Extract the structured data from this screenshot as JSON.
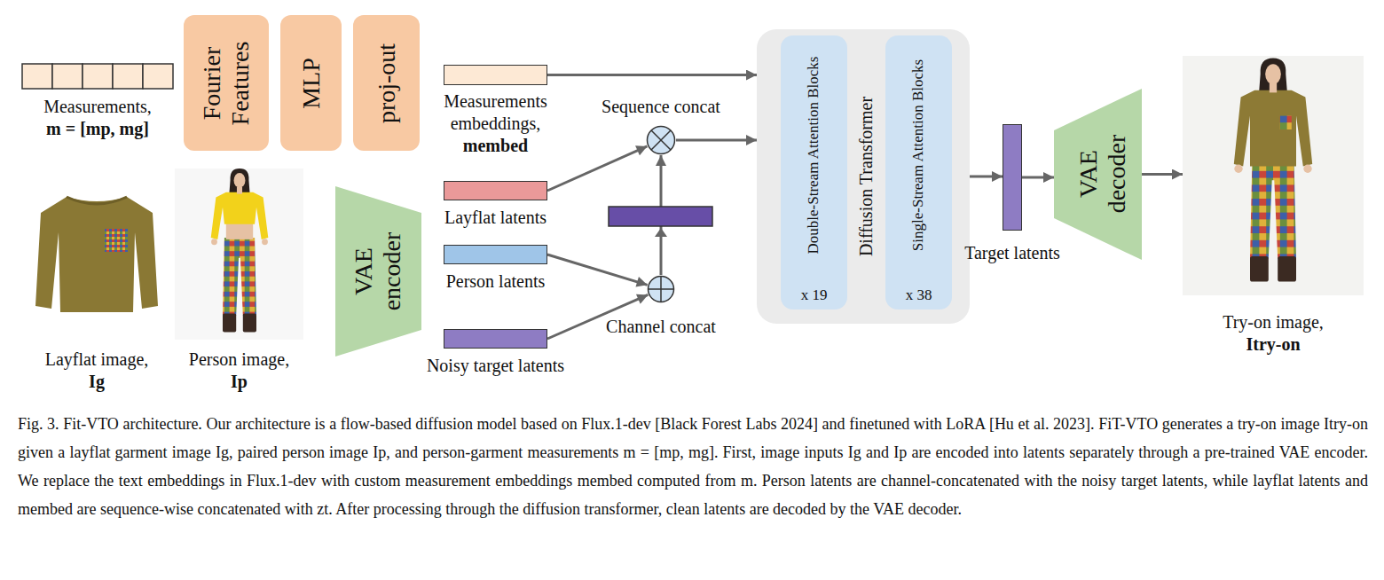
{
  "diagram": {
    "caption": "Fig. 3. Fit-VTO architecture. Our architecture is a flow-based diffusion model based on Flux.1-dev [Black Forest Labs 2024] and finetuned with LoRA [Hu et al. 2023]. FiT-VTO generates a try-on image Itry-on given a layflat garment image Ig, paired person image Ip, and person-garment measurements m = [mp, mg]. First, image inputs Ig and Ip are encoded into latents separately through a pre-trained VAE encoder. We replace the text embeddings in Flux.1-dev with custom measurement embeddings membed computed from m. Person latents are channel-concatenated with the noisy target latents, while layflat latents and membed are sequence-wise concatenated with zt. After processing through the diffusion transformer, clean latents are decoded by the VAE decoder.",
    "nodes": [
      {
        "text": [
          "Measurements,",
          "m = [mp, mg]"
        ]
      },
      {
        "text": [
          "Fourier Features"
        ]
      },
      {
        "text": [
          "MLP"
        ]
      },
      {
        "text": [
          "proj-out"
        ]
      },
      {
        "text": [
          "Measurements embeddings,",
          "membed"
        ]
      },
      {
        "text": [
          "Layflat image,",
          "Ig"
        ]
      },
      {
        "text": [
          "Person image,",
          "Ip"
        ]
      },
      {
        "text": [
          "VAE encoder"
        ]
      },
      {
        "text": [
          "Layflat latents"
        ]
      },
      {
        "text": [
          "Person latents"
        ]
      },
      {
        "text": [
          "Noisy target latents"
        ]
      },
      {
        "text": [
          "Sequence concat"
        ]
      },
      {
        "text": [
          "Channel concat"
        ]
      },
      {
        "text": [
          "Diffusion Transformer"
        ]
      },
      {
        "text": [
          "Double-Stream Attention Blocks",
          "x 19"
        ],
        "in": 13
      },
      {
        "text": [
          "Single-Stream Attention Blocks",
          "x 38"
        ],
        "in": 13
      },
      {
        "text": [
          "Target latents"
        ]
      },
      {
        "text": [
          "VAE decoder"
        ]
      },
      {
        "text": [
          "Try-on image,",
          "Itry-on"
        ]
      }
    ],
    "edges": [
      {
        "from": 4,
        "to": 13,
        "arrow": "to"
      },
      {
        "from": 8,
        "to": 11,
        "arrow": "to"
      },
      {
        "from": 9,
        "to": 12,
        "arrow": "to"
      },
      {
        "from": 10,
        "to": 12,
        "arrow": "to"
      },
      {
        "from": 12,
        "to": 11,
        "arrow": "to"
      },
      {
        "from": 11,
        "to": 13,
        "arrow": "to"
      },
      {
        "from": 13,
        "to": 16,
        "arrow": "to"
      },
      {
        "from": 16,
        "to": 17,
        "arrow": "to"
      },
      {
        "from": 17,
        "to": 18,
        "arrow": "to"
      }
    ]
  }
}
